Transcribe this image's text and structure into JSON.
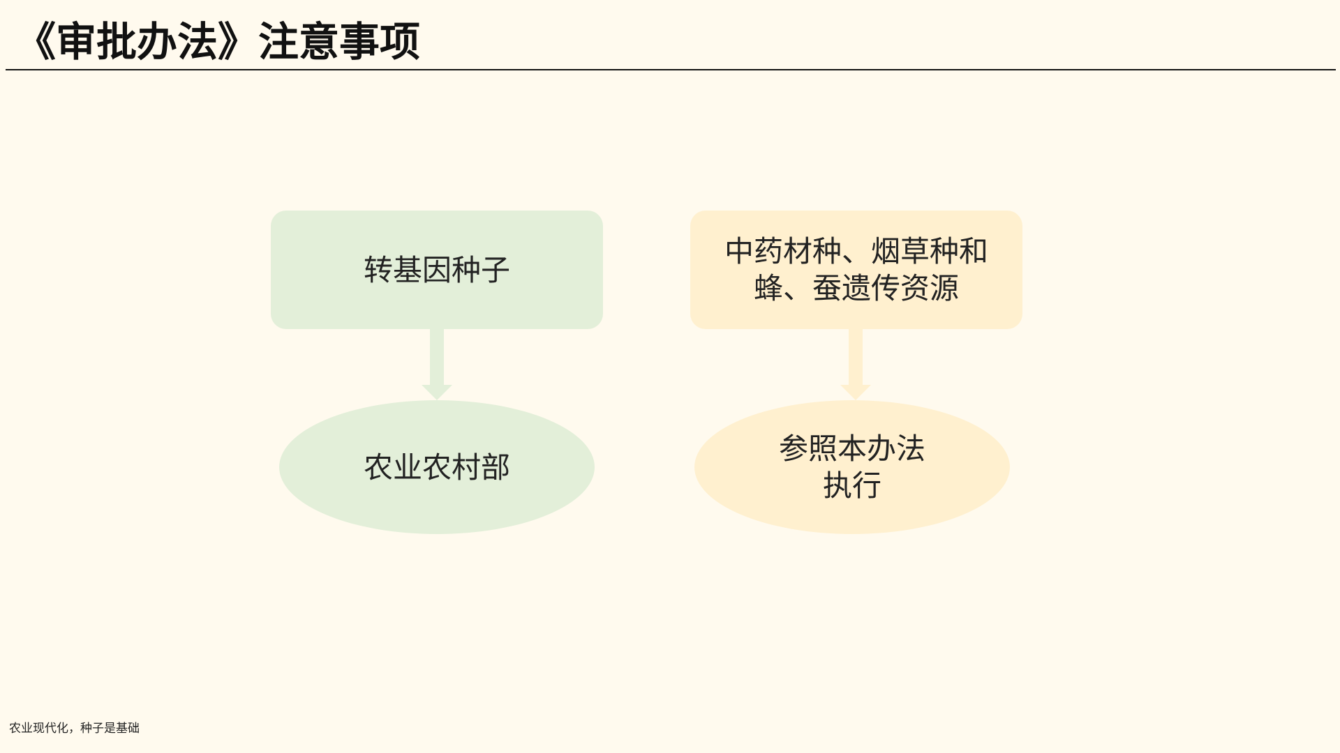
{
  "slide": {
    "title": "《审批办法》注意事项",
    "footer": "农业现代化，种子是基础"
  },
  "diagram": {
    "colors": {
      "green": "#e3efd9",
      "yellow": "#fff0cf",
      "background": "#fffaee",
      "rule": "#111111"
    },
    "left_branch": {
      "top_label": "转基因种子",
      "bottom_label": "农业农村部"
    },
    "right_branch": {
      "top_label": "中药材种、烟草种和\n蜂、蚕遗传资源",
      "bottom_label": "参照本办法\n执行"
    }
  }
}
